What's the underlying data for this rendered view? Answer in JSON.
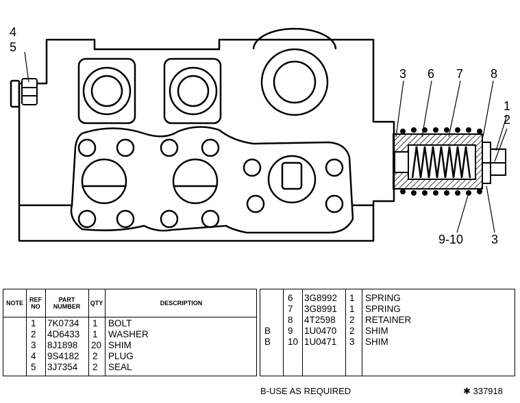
{
  "callouts": {
    "c4": "4",
    "c5": "5",
    "c3a": "3",
    "c6": "6",
    "c7": "7",
    "c8": "8",
    "c1": "1",
    "c2": "2",
    "c910": "9-10",
    "c3b": "3"
  },
  "table_left": {
    "headers": {
      "note": "NOTE",
      "ref_no_1": "REF",
      "ref_no_2": "NO",
      "part_1": "PART",
      "part_2": "NUMBER",
      "qty": "QTY",
      "desc": "DESCRIPTION"
    },
    "rows": [
      {
        "note": "",
        "ref": "1",
        "part": "7K0734",
        "qty": "1",
        "desc": "BOLT"
      },
      {
        "note": "",
        "ref": "2",
        "part": "4D6433",
        "qty": "1",
        "desc": "WASHER"
      },
      {
        "note": "",
        "ref": "3",
        "part": "8J1898",
        "qty": "20",
        "desc": "SHIM"
      },
      {
        "note": "",
        "ref": "4",
        "part": "9S4182",
        "qty": "2",
        "desc": "PLUG"
      },
      {
        "note": "",
        "ref": "5",
        "part": "3J7354",
        "qty": "2",
        "desc": "SEAL"
      }
    ]
  },
  "table_right": {
    "rows": [
      {
        "note": "",
        "ref": "6",
        "part": "3G8992",
        "qty": "1",
        "desc": "SPRING"
      },
      {
        "note": "",
        "ref": "7",
        "part": "3G8991",
        "qty": "1",
        "desc": "SPRING"
      },
      {
        "note": "",
        "ref": "8",
        "part": "4T2598",
        "qty": "2",
        "desc": "RETAINER"
      },
      {
        "note": "B",
        "ref": "9",
        "part": "1U0470",
        "qty": "2",
        "desc": "SHIM"
      },
      {
        "note": "B",
        "ref": "10",
        "part": "1U0471",
        "qty": "3",
        "desc": "SHIM"
      }
    ]
  },
  "footer": {
    "note": "B-USE AS REQUIRED",
    "id": "✱ 337918"
  }
}
